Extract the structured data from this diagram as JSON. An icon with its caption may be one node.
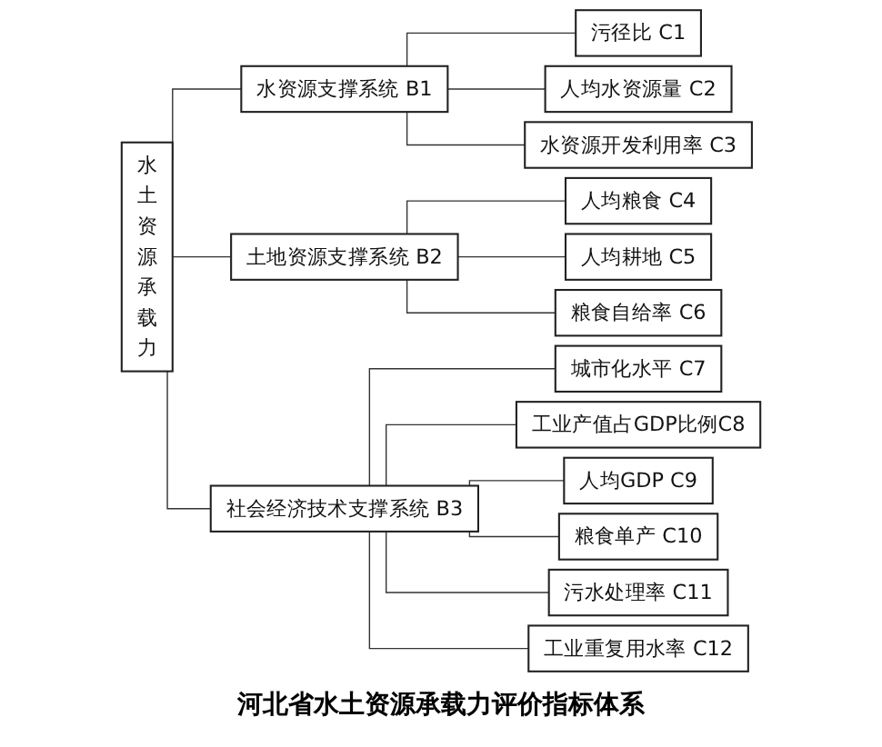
{
  "diagram": {
    "caption": "河北省水土资源承载力评价指标体系",
    "nodes": [
      {
        "text": [
          "水土资源承载力"
        ]
      },
      {
        "text": [
          "水资源支撑系统 B1"
        ]
      },
      {
        "text": [
          "土地资源支撑系统 B2"
        ]
      },
      {
        "text": [
          "社会经济技术支撑系统 B3"
        ]
      },
      {
        "text": [
          "污径比 C1"
        ]
      },
      {
        "text": [
          "人均水资源量 C2"
        ]
      },
      {
        "text": [
          "水资源开发利用率 C3"
        ]
      },
      {
        "text": [
          "人均粮食 C4"
        ]
      },
      {
        "text": [
          "人均耕地 C5"
        ]
      },
      {
        "text": [
          "粮食自给率 C6"
        ]
      },
      {
        "text": [
          "城市化水平 C7"
        ]
      },
      {
        "text": [
          "工业产值占GDP比例C8"
        ]
      },
      {
        "text": [
          "人均GDP C9"
        ]
      },
      {
        "text": [
          "粮食单产 C10"
        ]
      },
      {
        "text": [
          "污水处理率 C11"
        ]
      },
      {
        "text": [
          "工业重复用水率 C12"
        ]
      }
    ],
    "edges": [
      {
        "from": 0,
        "to": 1,
        "arrow": "none"
      },
      {
        "from": 0,
        "to": 2,
        "arrow": "none"
      },
      {
        "from": 0,
        "to": 3,
        "arrow": "none"
      },
      {
        "from": 1,
        "to": 4,
        "arrow": "none"
      },
      {
        "from": 1,
        "to": 5,
        "arrow": "none"
      },
      {
        "from": 1,
        "to": 6,
        "arrow": "none"
      },
      {
        "from": 2,
        "to": 7,
        "arrow": "none"
      },
      {
        "from": 2,
        "to": 8,
        "arrow": "none"
      },
      {
        "from": 2,
        "to": 9,
        "arrow": "none"
      },
      {
        "from": 3,
        "to": 10,
        "arrow": "none"
      },
      {
        "from": 3,
        "to": 11,
        "arrow": "none"
      },
      {
        "from": 3,
        "to": 12,
        "arrow": "none"
      },
      {
        "from": 3,
        "to": 13,
        "arrow": "none"
      },
      {
        "from": 3,
        "to": 14,
        "arrow": "none"
      },
      {
        "from": 3,
        "to": 15,
        "arrow": "none"
      }
    ]
  }
}
